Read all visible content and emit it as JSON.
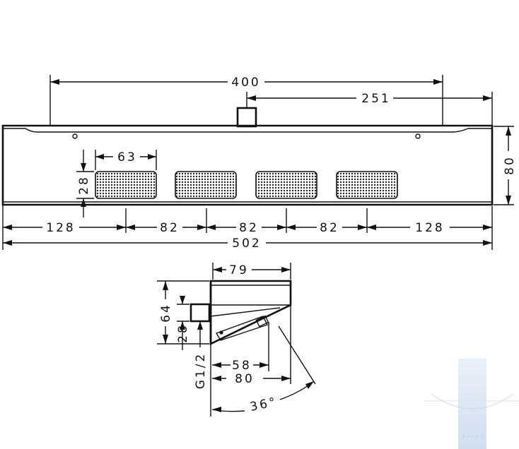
{
  "front_view": {
    "width_total": "502",
    "height": "80",
    "inlet_span": "400",
    "inlet_offset": "251",
    "nozzle_width": "63",
    "nozzle_height": "28",
    "edge_left": "128",
    "spacing_1": "82",
    "spacing_2": "82",
    "spacing_3": "82",
    "edge_right": "128"
  },
  "side_view": {
    "depth_top": "79",
    "height": "64",
    "inlet_height": "28",
    "thread": "G1/2",
    "depth_58": "58",
    "depth_80": "80",
    "angle": "36°"
  },
  "watermark": {
    "text": "ванна"
  }
}
